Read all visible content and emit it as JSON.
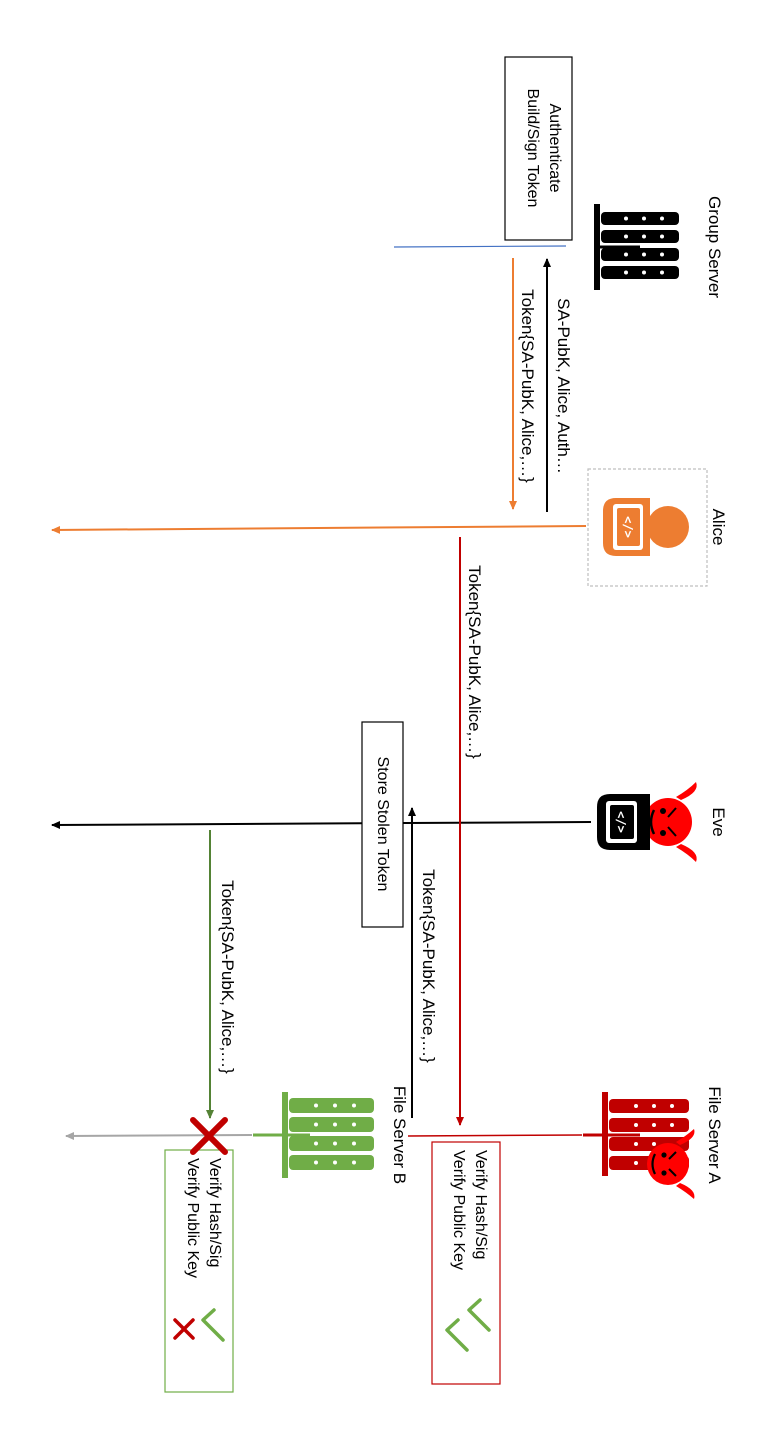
{
  "actors": {
    "group_server": {
      "label": "Group Server",
      "icon": "server-rack-icon"
    },
    "alice": {
      "label": "Alice",
      "icon": "user-developer-icon"
    },
    "eve": {
      "label": "Eve",
      "icon": "devil-developer-icon"
    },
    "file_server_a": {
      "label": "File Server A",
      "icon": "malicious-server-icon"
    },
    "file_server_b": {
      "label": "File Server B",
      "icon": "server-rack-icon"
    }
  },
  "notes": {
    "group_server": [
      "Authenticate",
      "Build/Sign Token"
    ],
    "eve": [
      "Store Stolen Token"
    ],
    "file_server_a": [
      "Verify Hash/Sig",
      "Verify Public Key"
    ],
    "file_server_b": [
      "Verify Hash/Sig",
      "Verify Public Key"
    ]
  },
  "messages": {
    "alice_to_gs": "SA-PubK, Alice, Auth…",
    "gs_to_alice": "Token{SA-PubK, Alice,…}",
    "alice_to_fsa": "Token{SA-PubK, Alice,…}",
    "fsa_to_eve": "Token{SA-PubK, Alice,…}",
    "eve_to_fsb": "Token{SA-PubK, Alice,…}"
  },
  "results": {
    "fsa_hash_sig": "pass",
    "fsa_public_key": "pass",
    "fsb_hash_sig": "pass",
    "fsb_public_key": "fail",
    "fsb_request": "rejected"
  },
  "colors": {
    "alice": "#ED7D31",
    "attacker_red": "#C00000",
    "server_green": "#70AD47",
    "green_line": "#548235",
    "black": "#000000",
    "grey": "#A6A6A6",
    "blue": "#4472C4",
    "check_green": "#70AD47",
    "cross_red": "#C00000"
  }
}
